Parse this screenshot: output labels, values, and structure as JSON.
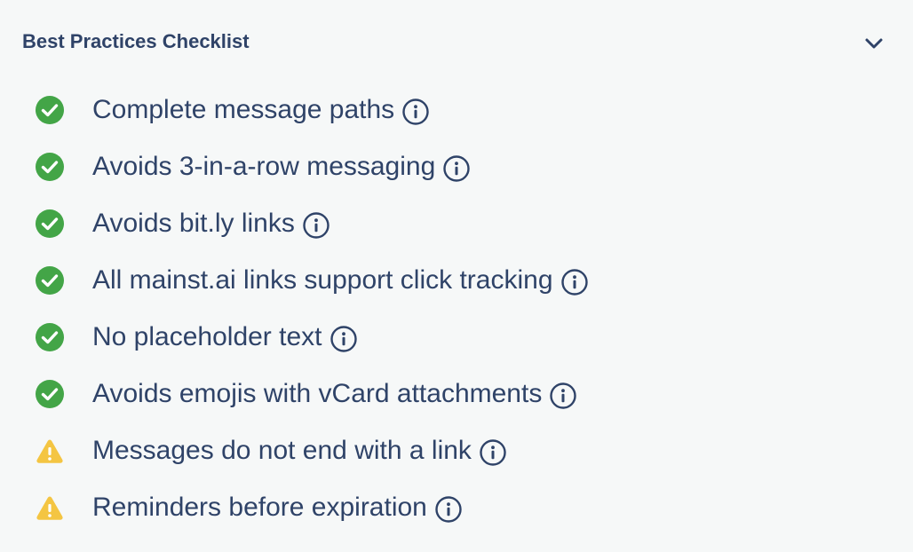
{
  "header": {
    "title": "Best Practices Checklist",
    "toggle_icon": "chevron-down-icon"
  },
  "colors": {
    "pass": "#43a547",
    "warning": "#f4c542",
    "text": "#2f4368",
    "background": "#f6f8f8"
  },
  "checklist": [
    {
      "label": "Complete message paths",
      "status": "pass",
      "icon": "check-circle-icon"
    },
    {
      "label": "Avoids 3-in-a-row messaging",
      "status": "pass",
      "icon": "check-circle-icon"
    },
    {
      "label": "Avoids bit.ly links",
      "status": "pass",
      "icon": "check-circle-icon"
    },
    {
      "label": "All mainst.ai links support click tracking",
      "status": "pass",
      "icon": "check-circle-icon"
    },
    {
      "label": "No placeholder text",
      "status": "pass",
      "icon": "check-circle-icon"
    },
    {
      "label": "Avoids emojis with vCard attachments",
      "status": "pass",
      "icon": "check-circle-icon"
    },
    {
      "label": "Messages do not end with a link",
      "status": "warning",
      "icon": "warning-triangle-icon"
    },
    {
      "label": "Reminders before expiration",
      "status": "warning",
      "icon": "warning-triangle-icon"
    }
  ]
}
